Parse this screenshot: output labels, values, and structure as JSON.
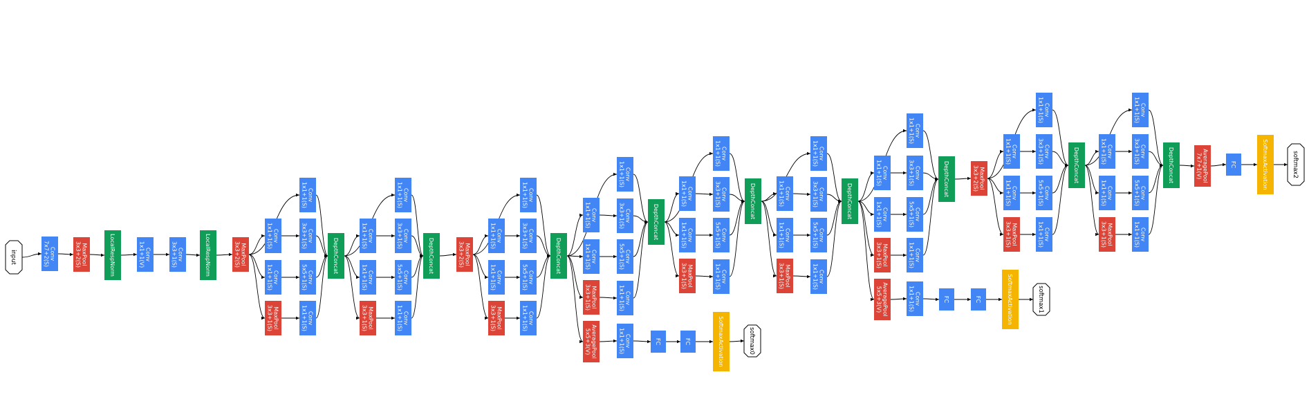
{
  "colors": {
    "conv": "#4285f4",
    "pool": "#db4437",
    "concat": "#0f9d58",
    "norm": "#0f9d58",
    "softmax": "#f4b400",
    "edge": "#000000",
    "terminal_stroke": "#000000"
  },
  "diagram": {
    "nodes": [
      {
        "id": "input",
        "kind": "terminal",
        "lines": [
          "input"
        ]
      },
      {
        "id": "conv1",
        "kind": "conv",
        "lines": [
          "Conv",
          "7x7+2(S)"
        ]
      },
      {
        "id": "pool1",
        "kind": "pool",
        "lines": [
          "MaxPool",
          "3x3+2(S)"
        ]
      },
      {
        "id": "lrn1",
        "kind": "norm",
        "lines": [
          "LocalRespNorm"
        ]
      },
      {
        "id": "conv2a",
        "kind": "conv",
        "lines": [
          "Conv",
          "1x1+1(V)"
        ]
      },
      {
        "id": "conv2b",
        "kind": "conv",
        "lines": [
          "Conv",
          "3x3+1(S)"
        ]
      },
      {
        "id": "lrn2",
        "kind": "norm",
        "lines": [
          "LocalRespNorm"
        ]
      },
      {
        "id": "pool2",
        "kind": "pool",
        "lines": [
          "MaxPool",
          "3x3+2(S)"
        ]
      },
      {
        "id": "i3a_a",
        "kind": "conv",
        "lines": [
          "Conv",
          "1x1+1(S)"
        ]
      },
      {
        "id": "i3a_b1",
        "kind": "conv",
        "lines": [
          "Conv",
          "1x1+1(S)"
        ]
      },
      {
        "id": "i3a_b2",
        "kind": "conv",
        "lines": [
          "Conv",
          "3x3+1(S)"
        ]
      },
      {
        "id": "i3a_c1",
        "kind": "conv",
        "lines": [
          "Conv",
          "1x1+1(S)"
        ]
      },
      {
        "id": "i3a_c2",
        "kind": "conv",
        "lines": [
          "Conv",
          "5x5+1(S)"
        ]
      },
      {
        "id": "i3a_d1",
        "kind": "pool",
        "lines": [
          "MaxPool",
          "3x3+1(S)"
        ]
      },
      {
        "id": "i3a_d2",
        "kind": "conv",
        "lines": [
          "Conv",
          "1x1+1(S)"
        ]
      },
      {
        "id": "dc1",
        "kind": "concat",
        "lines": [
          "DepthConcat"
        ]
      },
      {
        "id": "i3b_a",
        "kind": "conv",
        "lines": [
          "Conv",
          "1x1+1(S)"
        ]
      },
      {
        "id": "i3b_b1",
        "kind": "conv",
        "lines": [
          "Conv",
          "1x1+1(S)"
        ]
      },
      {
        "id": "i3b_b2",
        "kind": "conv",
        "lines": [
          "Conv",
          "3x3+1(S)"
        ]
      },
      {
        "id": "i3b_c1",
        "kind": "conv",
        "lines": [
          "Conv",
          "1x1+1(S)"
        ]
      },
      {
        "id": "i3b_c2",
        "kind": "conv",
        "lines": [
          "Conv",
          "5x5+1(S)"
        ]
      },
      {
        "id": "i3b_d1",
        "kind": "pool",
        "lines": [
          "MaxPool",
          "3x3+1(S)"
        ]
      },
      {
        "id": "i3b_d2",
        "kind": "conv",
        "lines": [
          "Conv",
          "1x1+1(S)"
        ]
      },
      {
        "id": "dc2",
        "kind": "concat",
        "lines": [
          "DepthConcat"
        ]
      },
      {
        "id": "pool3",
        "kind": "pool",
        "lines": [
          "MaxPool",
          "3x3+2(S)"
        ]
      },
      {
        "id": "i4a_b1",
        "kind": "conv",
        "lines": [
          "Conv",
          "1x1+1(S)"
        ]
      },
      {
        "id": "i4a_c1",
        "kind": "conv",
        "lines": [
          "Conv",
          "1x1+1(S)"
        ]
      },
      {
        "id": "i4a_d1",
        "kind": "pool",
        "lines": [
          "MaxPool",
          "3x3+1(S)"
        ]
      },
      {
        "id": "i4a_a",
        "kind": "conv",
        "lines": [
          "Conv",
          "1x1+1(S)"
        ]
      },
      {
        "id": "i4a_b2",
        "kind": "conv",
        "lines": [
          "Conv",
          "3x3+1(S)"
        ]
      },
      {
        "id": "i4a_c2",
        "kind": "conv",
        "lines": [
          "Conv",
          "5x5+1(S)"
        ]
      },
      {
        "id": "i4a_d2",
        "kind": "conv",
        "lines": [
          "Conv",
          "1x1+1(S)"
        ]
      },
      {
        "id": "dc3",
        "kind": "concat",
        "lines": [
          "DepthConcat"
        ]
      },
      {
        "id": "i4b_b1",
        "kind": "conv",
        "lines": [
          "Conv",
          "1x1+1(S)"
        ]
      },
      {
        "id": "i4b_c1",
        "kind": "conv",
        "lines": [
          "Conv",
          "1x1+1(S)"
        ]
      },
      {
        "id": "i4b_d1",
        "kind": "pool",
        "lines": [
          "MaxPool",
          "3x3+1(S)"
        ]
      },
      {
        "id": "aux0_pool",
        "kind": "pool",
        "lines": [
          "AveragePool",
          "5x5+3(V)"
        ]
      },
      {
        "id": "i4b_a",
        "kind": "conv",
        "lines": [
          "Conv",
          "1x1+1(S)"
        ]
      },
      {
        "id": "i4b_b2",
        "kind": "conv",
        "lines": [
          "Conv",
          "3x3+1(S)"
        ]
      },
      {
        "id": "i4b_c2",
        "kind": "conv",
        "lines": [
          "Conv",
          "5x5+1(S)"
        ]
      },
      {
        "id": "i4b_d2",
        "kind": "conv",
        "lines": [
          "Conv",
          "1x1+1(S)"
        ]
      },
      {
        "id": "aux0_conv",
        "kind": "conv",
        "lines": [
          "Conv",
          "1x1+1(S)"
        ]
      },
      {
        "id": "aux0_fc1",
        "kind": "conv",
        "lines": [
          "FC"
        ]
      },
      {
        "id": "aux0_fc2",
        "kind": "conv",
        "lines": [
          "FC"
        ]
      },
      {
        "id": "aux0_sm",
        "kind": "softmax",
        "lines": [
          "SoftmaxActivation"
        ]
      },
      {
        "id": "softmax0",
        "kind": "terminal",
        "lines": [
          "softmax0"
        ]
      },
      {
        "id": "dc4",
        "kind": "concat",
        "lines": [
          "DepthConcat"
        ]
      },
      {
        "id": "i4c_b1",
        "kind": "conv",
        "lines": [
          "Conv",
          "1x1+1(S)"
        ]
      },
      {
        "id": "i4c_c1",
        "kind": "conv",
        "lines": [
          "Conv",
          "1x1+1(S)"
        ]
      },
      {
        "id": "i4c_d1",
        "kind": "pool",
        "lines": [
          "MaxPool",
          "3x3+1(S)"
        ]
      },
      {
        "id": "i4c_a",
        "kind": "conv",
        "lines": [
          "Conv",
          "1x1+1(S)"
        ]
      },
      {
        "id": "i4c_b2",
        "kind": "conv",
        "lines": [
          "Conv",
          "3x3+1(S)"
        ]
      },
      {
        "id": "i4c_c2",
        "kind": "conv",
        "lines": [
          "Conv",
          "5x5+1(S)"
        ]
      },
      {
        "id": "i4c_d2",
        "kind": "conv",
        "lines": [
          "Conv",
          "1x1+1(S)"
        ]
      },
      {
        "id": "dc5",
        "kind": "concat",
        "lines": [
          "DepthConcat"
        ]
      },
      {
        "id": "i4d_b1",
        "kind": "conv",
        "lines": [
          "Conv",
          "1x1+1(S)"
        ]
      },
      {
        "id": "i4d_c1",
        "kind": "conv",
        "lines": [
          "Conv",
          "1x1+1(S)"
        ]
      },
      {
        "id": "i4d_d1",
        "kind": "pool",
        "lines": [
          "MaxPool",
          "3x3+1(S)"
        ]
      },
      {
        "id": "i4d_a",
        "kind": "conv",
        "lines": [
          "Conv",
          "1x1+1(S)"
        ]
      },
      {
        "id": "i4d_b2",
        "kind": "conv",
        "lines": [
          "Conv",
          "3x3+1(S)"
        ]
      },
      {
        "id": "i4d_c2",
        "kind": "conv",
        "lines": [
          "Conv",
          "5x5+1(S)"
        ]
      },
      {
        "id": "i4d_d2",
        "kind": "conv",
        "lines": [
          "Conv",
          "1x1+1(S)"
        ]
      },
      {
        "id": "dc6",
        "kind": "concat",
        "lines": [
          "DepthConcat"
        ]
      },
      {
        "id": "i4e_b1",
        "kind": "conv",
        "lines": [
          "Conv",
          "1x1+1(S)"
        ]
      },
      {
        "id": "i4e_c1",
        "kind": "conv",
        "lines": [
          "Conv",
          "1x1+1(S)"
        ]
      },
      {
        "id": "i4e_d1",
        "kind": "pool",
        "lines": [
          "MaxPool",
          "3x3+1(S)"
        ]
      },
      {
        "id": "aux1_pool",
        "kind": "pool",
        "lines": [
          "AveragePool",
          "5x5+3(V)"
        ]
      },
      {
        "id": "i4e_a",
        "kind": "conv",
        "lines": [
          "Conv",
          "1x1+1(S)"
        ]
      },
      {
        "id": "i4e_b2",
        "kind": "conv",
        "lines": [
          "Conv",
          "3x3+1(S)"
        ]
      },
      {
        "id": "i4e_c2",
        "kind": "conv",
        "lines": [
          "Conv",
          "5x5+1(S)"
        ]
      },
      {
        "id": "i4e_d2",
        "kind": "conv",
        "lines": [
          "Conv",
          "1x1+1(S)"
        ]
      },
      {
        "id": "aux1_conv",
        "kind": "conv",
        "lines": [
          "Conv",
          "1x1+1(S)"
        ]
      },
      {
        "id": "aux1_fc1",
        "kind": "conv",
        "lines": [
          "FC"
        ]
      },
      {
        "id": "aux1_fc2",
        "kind": "conv",
        "lines": [
          "FC"
        ]
      },
      {
        "id": "aux1_sm",
        "kind": "softmax",
        "lines": [
          "SoftmaxActivation"
        ]
      },
      {
        "id": "softmax1",
        "kind": "terminal",
        "lines": [
          "softmax1"
        ]
      },
      {
        "id": "dc7",
        "kind": "concat",
        "lines": [
          "DepthConcat"
        ]
      },
      {
        "id": "pool4",
        "kind": "pool",
        "lines": [
          "MaxPool",
          "3x3+2(S)"
        ]
      },
      {
        "id": "i5a_b1",
        "kind": "conv",
        "lines": [
          "Conv",
          "1x1+1(S)"
        ]
      },
      {
        "id": "i5a_c1",
        "kind": "conv",
        "lines": [
          "Conv",
          "1x1+1(S)"
        ]
      },
      {
        "id": "i5a_d1",
        "kind": "pool",
        "lines": [
          "MaxPool",
          "3x3+1(S)"
        ]
      },
      {
        "id": "i5a_a",
        "kind": "conv",
        "lines": [
          "Conv",
          "1x1+1(S)"
        ]
      },
      {
        "id": "i5a_b2",
        "kind": "conv",
        "lines": [
          "Conv",
          "3x3+1(S)"
        ]
      },
      {
        "id": "i5a_c2",
        "kind": "conv",
        "lines": [
          "Conv",
          "5x5+1(S)"
        ]
      },
      {
        "id": "i5a_d2",
        "kind": "conv",
        "lines": [
          "Conv",
          "1x1+1(S)"
        ]
      },
      {
        "id": "dc8",
        "kind": "concat",
        "lines": [
          "DepthConcat"
        ]
      },
      {
        "id": "i5b_b1",
        "kind": "conv",
        "lines": [
          "Conv",
          "1x1+1(S)"
        ]
      },
      {
        "id": "i5b_c1",
        "kind": "conv",
        "lines": [
          "Conv",
          "1x1+1(S)"
        ]
      },
      {
        "id": "i5b_d1",
        "kind": "pool",
        "lines": [
          "MaxPool",
          "3x3+1(S)"
        ]
      },
      {
        "id": "i5b_a",
        "kind": "conv",
        "lines": [
          "Conv",
          "1x1+1(S)"
        ]
      },
      {
        "id": "i5b_b2",
        "kind": "conv",
        "lines": [
          "Conv",
          "3x3+1(S)"
        ]
      },
      {
        "id": "i5b_c2",
        "kind": "conv",
        "lines": [
          "Conv",
          "5x5+1(S)"
        ]
      },
      {
        "id": "i5b_d2",
        "kind": "conv",
        "lines": [
          "Conv",
          "1x1+1(S)"
        ]
      },
      {
        "id": "dc9",
        "kind": "concat",
        "lines": [
          "DepthConcat"
        ]
      },
      {
        "id": "avgpool",
        "kind": "pool",
        "lines": [
          "AveragePool",
          "7x7+1(V)"
        ]
      },
      {
        "id": "fc_final",
        "kind": "conv",
        "lines": [
          "FC"
        ]
      },
      {
        "id": "sm_final",
        "kind": "softmax",
        "lines": [
          "SoftmaxActivation"
        ]
      },
      {
        "id": "softmax2",
        "kind": "terminal",
        "lines": [
          "softmax2"
        ]
      }
    ],
    "edges": [
      [
        "input",
        "conv1"
      ],
      [
        "conv1",
        "pool1"
      ],
      [
        "pool1",
        "lrn1"
      ],
      [
        "lrn1",
        "conv2a"
      ],
      [
        "conv2a",
        "conv2b"
      ],
      [
        "conv2b",
        "lrn2"
      ],
      [
        "lrn2",
        "pool2"
      ],
      [
        "pool2",
        "i3a_a"
      ],
      [
        "pool2",
        "i3a_b1"
      ],
      [
        "pool2",
        "i3a_c1"
      ],
      [
        "pool2",
        "i3a_d1"
      ],
      [
        "i3a_b1",
        "i3a_b2"
      ],
      [
        "i3a_c1",
        "i3a_c2"
      ],
      [
        "i3a_d1",
        "i3a_d2"
      ],
      [
        "i3a_a",
        "dc1"
      ],
      [
        "i3a_b2",
        "dc1"
      ],
      [
        "i3a_c2",
        "dc1"
      ],
      [
        "i3a_d2",
        "dc1"
      ],
      [
        "dc1",
        "i3b_a"
      ],
      [
        "dc1",
        "i3b_b1"
      ],
      [
        "dc1",
        "i3b_c1"
      ],
      [
        "dc1",
        "i3b_d1"
      ],
      [
        "i3b_b1",
        "i3b_b2"
      ],
      [
        "i3b_c1",
        "i3b_c2"
      ],
      [
        "i3b_d1",
        "i3b_d2"
      ],
      [
        "i3b_a",
        "dc2"
      ],
      [
        "i3b_b2",
        "dc2"
      ],
      [
        "i3b_c2",
        "dc2"
      ],
      [
        "i3b_d2",
        "dc2"
      ],
      [
        "dc2",
        "pool3"
      ],
      [
        "pool3",
        "i4a_a"
      ],
      [
        "pool3",
        "i4a_b1"
      ],
      [
        "pool3",
        "i4a_c1"
      ],
      [
        "pool3",
        "i4a_d1"
      ],
      [
        "i4a_b1",
        "i4a_b2"
      ],
      [
        "i4a_c1",
        "i4a_c2"
      ],
      [
        "i4a_d1",
        "i4a_d2"
      ],
      [
        "i4a_a",
        "dc3"
      ],
      [
        "i4a_b2",
        "dc3"
      ],
      [
        "i4a_c2",
        "dc3"
      ],
      [
        "i4a_d2",
        "dc3"
      ],
      [
        "dc3",
        "i4b_a"
      ],
      [
        "dc3",
        "i4b_b1"
      ],
      [
        "dc3",
        "i4b_c1"
      ],
      [
        "dc3",
        "i4b_d1"
      ],
      [
        "dc3",
        "aux0_pool"
      ],
      [
        "i4b_b1",
        "i4b_b2"
      ],
      [
        "i4b_c1",
        "i4b_c2"
      ],
      [
        "i4b_d1",
        "i4b_d2"
      ],
      [
        "aux0_pool",
        "aux0_conv"
      ],
      [
        "aux0_conv",
        "aux0_fc1"
      ],
      [
        "aux0_fc1",
        "aux0_fc2"
      ],
      [
        "aux0_fc2",
        "aux0_sm"
      ],
      [
        "aux0_sm",
        "softmax0"
      ],
      [
        "i4b_a",
        "dc4"
      ],
      [
        "i4b_b2",
        "dc4"
      ],
      [
        "i4b_c2",
        "dc4"
      ],
      [
        "i4b_d2",
        "dc4"
      ],
      [
        "dc4",
        "i4c_a"
      ],
      [
        "dc4",
        "i4c_b1"
      ],
      [
        "dc4",
        "i4c_c1"
      ],
      [
        "dc4",
        "i4c_d1"
      ],
      [
        "i4c_b1",
        "i4c_b2"
      ],
      [
        "i4c_c1",
        "i4c_c2"
      ],
      [
        "i4c_d1",
        "i4c_d2"
      ],
      [
        "i4c_a",
        "dc5"
      ],
      [
        "i4c_b2",
        "dc5"
      ],
      [
        "i4c_c2",
        "dc5"
      ],
      [
        "i4c_d2",
        "dc5"
      ],
      [
        "dc5",
        "i4d_a"
      ],
      [
        "dc5",
        "i4d_b1"
      ],
      [
        "dc5",
        "i4d_c1"
      ],
      [
        "dc5",
        "i4d_d1"
      ],
      [
        "i4d_b1",
        "i4d_b2"
      ],
      [
        "i4d_c1",
        "i4d_c2"
      ],
      [
        "i4d_d1",
        "i4d_d2"
      ],
      [
        "i4d_a",
        "dc6"
      ],
      [
        "i4d_b2",
        "dc6"
      ],
      [
        "i4d_c2",
        "dc6"
      ],
      [
        "i4d_d2",
        "dc6"
      ],
      [
        "dc6",
        "i4e_a"
      ],
      [
        "dc6",
        "i4e_b1"
      ],
      [
        "dc6",
        "i4e_c1"
      ],
      [
        "dc6",
        "i4e_d1"
      ],
      [
        "dc6",
        "aux1_pool"
      ],
      [
        "i4e_b1",
        "i4e_b2"
      ],
      [
        "i4e_c1",
        "i4e_c2"
      ],
      [
        "i4e_d1",
        "i4e_d2"
      ],
      [
        "aux1_pool",
        "aux1_conv"
      ],
      [
        "aux1_conv",
        "aux1_fc1"
      ],
      [
        "aux1_fc1",
        "aux1_fc2"
      ],
      [
        "aux1_fc2",
        "aux1_sm"
      ],
      [
        "aux1_sm",
        "softmax1"
      ],
      [
        "i4e_a",
        "dc7"
      ],
      [
        "i4e_b2",
        "dc7"
      ],
      [
        "i4e_c2",
        "dc7"
      ],
      [
        "i4e_d2",
        "dc7"
      ],
      [
        "dc7",
        "pool4"
      ],
      [
        "pool4",
        "i5a_a"
      ],
      [
        "pool4",
        "i5a_b1"
      ],
      [
        "pool4",
        "i5a_c1"
      ],
      [
        "pool4",
        "i5a_d1"
      ],
      [
        "i5a_b1",
        "i5a_b2"
      ],
      [
        "i5a_c1",
        "i5a_c2"
      ],
      [
        "i5a_d1",
        "i5a_d2"
      ],
      [
        "i5a_a",
        "dc8"
      ],
      [
        "i5a_b2",
        "dc8"
      ],
      [
        "i5a_c2",
        "dc8"
      ],
      [
        "i5a_d2",
        "dc8"
      ],
      [
        "dc8",
        "i5b_a"
      ],
      [
        "dc8",
        "i5b_b1"
      ],
      [
        "dc8",
        "i5b_c1"
      ],
      [
        "dc8",
        "i5b_d1"
      ],
      [
        "i5b_b1",
        "i5b_b2"
      ],
      [
        "i5b_c1",
        "i5b_c2"
      ],
      [
        "i5b_d1",
        "i5b_d2"
      ],
      [
        "i5b_a",
        "dc9"
      ],
      [
        "i5b_b2",
        "dc9"
      ],
      [
        "i5b_c2",
        "dc9"
      ],
      [
        "i5b_d2",
        "dc9"
      ],
      [
        "dc9",
        "avgpool"
      ],
      [
        "avgpool",
        "fc_final"
      ],
      [
        "fc_final",
        "sm_final"
      ],
      [
        "sm_final",
        "softmax2"
      ]
    ]
  }
}
